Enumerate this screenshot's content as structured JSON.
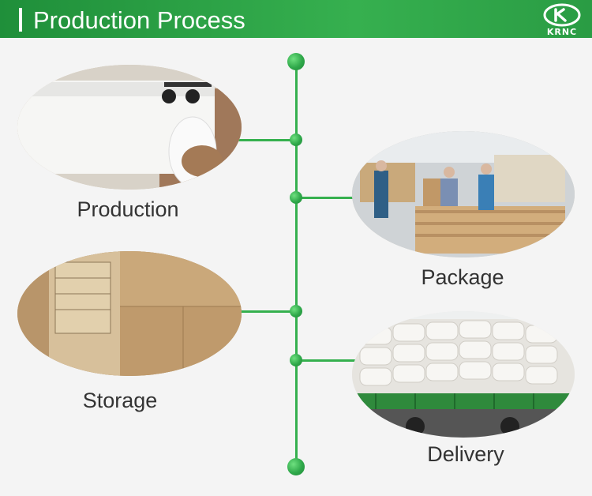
{
  "header": {
    "title": "Production Process",
    "logo_text": "KRNC"
  },
  "steps": [
    {
      "label": "Production"
    },
    {
      "label": "Package"
    },
    {
      "label": "Storage"
    },
    {
      "label": "Delivery"
    }
  ],
  "colors": {
    "accent": "#35b04e",
    "background": "#f4f4f4",
    "label": "#333333"
  }
}
